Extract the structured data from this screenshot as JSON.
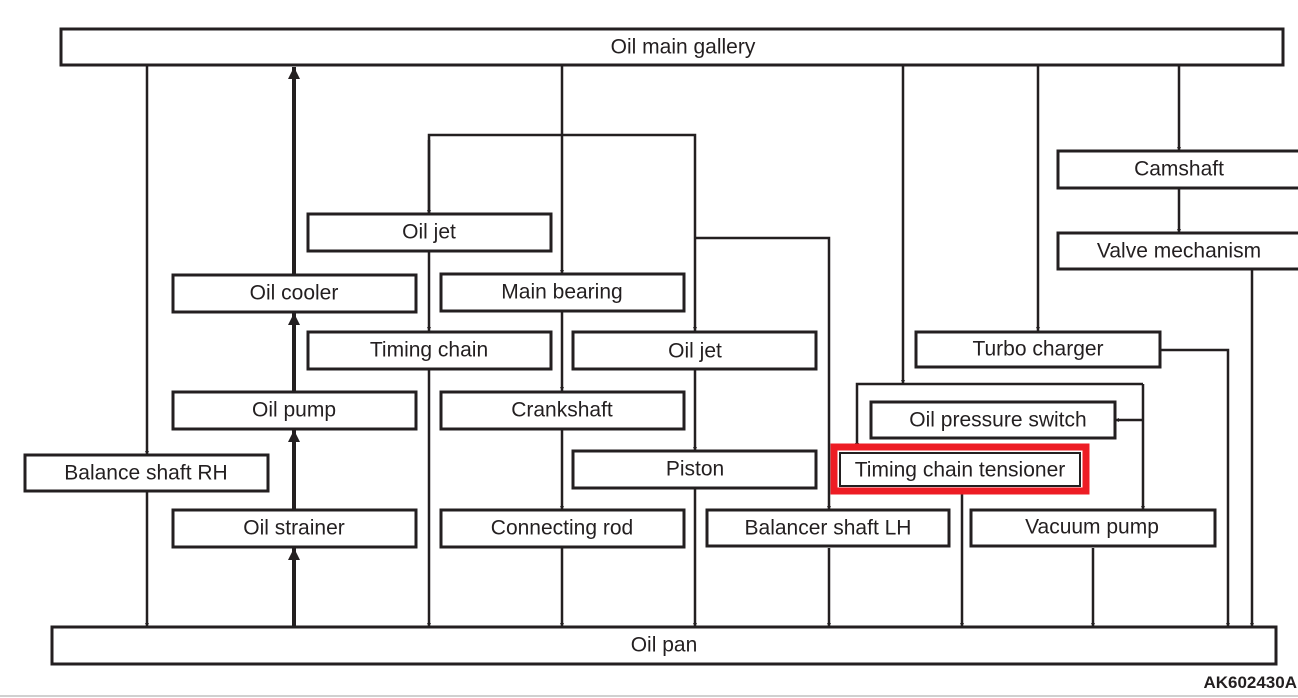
{
  "title": "Engine lubrication oil flow diagram",
  "figure_code": "AK602430A",
  "highlight_color": "#ed1c24",
  "line_color": "#231f20",
  "components": {
    "oil_main_gallery": "Oil main gallery",
    "oil_pan": "Oil pan",
    "camshaft": "Camshaft",
    "valve_mechanism": "Valve mechanism",
    "oil_jet_1": "Oil jet",
    "oil_jet_2": "Oil jet",
    "oil_cooler": "Oil cooler",
    "main_bearing": "Main bearing",
    "timing_chain": "Timing chain",
    "turbo_charger": "Turbo charger",
    "oil_pump": "Oil pump",
    "crankshaft": "Crankshaft",
    "oil_pressure_switch": "Oil pressure switch",
    "balance_shaft_rh": "Balance shaft RH",
    "piston": "Piston",
    "timing_chain_tensioner": "Timing chain tensioner",
    "oil_strainer": "Oil strainer",
    "connecting_rod": "Connecting rod",
    "balancer_shaft_lh": "Balancer shaft LH",
    "vacuum_pump": "Vacuum pump"
  },
  "highlighted_component": "timing_chain_tensioner",
  "flows": [
    {
      "from": "oil_pan",
      "to": "oil_strainer"
    },
    {
      "from": "oil_strainer",
      "to": "oil_pump"
    },
    {
      "from": "oil_pump",
      "to": "oil_cooler"
    },
    {
      "from": "oil_cooler",
      "to": "oil_main_gallery"
    },
    {
      "from": "oil_main_gallery",
      "to": "balance_shaft_rh"
    },
    {
      "from": "balance_shaft_rh",
      "to": "oil_pan"
    },
    {
      "from": "oil_main_gallery",
      "to": "oil_jet_1"
    },
    {
      "from": "oil_jet_1",
      "to": "timing_chain"
    },
    {
      "from": "timing_chain",
      "to": "oil_pan"
    },
    {
      "from": "oil_main_gallery",
      "to": "main_bearing"
    },
    {
      "from": "main_bearing",
      "to": "crankshaft"
    },
    {
      "from": "crankshaft",
      "to": "connecting_rod"
    },
    {
      "from": "connecting_rod",
      "to": "oil_pan"
    },
    {
      "from": "oil_main_gallery",
      "to": "oil_jet_2"
    },
    {
      "from": "oil_jet_2",
      "to": "piston"
    },
    {
      "from": "piston",
      "to": "oil_pan"
    },
    {
      "from": "oil_main_gallery",
      "to": "balancer_shaft_lh"
    },
    {
      "from": "balancer_shaft_lh",
      "to": "oil_pan"
    },
    {
      "from": "oil_main_gallery",
      "to": "timing_chain_tensioner"
    },
    {
      "from": "timing_chain_tensioner",
      "to": "oil_pan"
    },
    {
      "from": "oil_main_gallery",
      "to": "oil_pressure_switch"
    },
    {
      "from": "oil_main_gallery",
      "to": "vacuum_pump"
    },
    {
      "from": "vacuum_pump",
      "to": "oil_pan"
    },
    {
      "from": "oil_main_gallery",
      "to": "turbo_charger"
    },
    {
      "from": "turbo_charger",
      "to": "oil_pan"
    },
    {
      "from": "oil_main_gallery",
      "to": "camshaft"
    },
    {
      "from": "camshaft",
      "to": "valve_mechanism"
    },
    {
      "from": "valve_mechanism",
      "to": "oil_pan"
    }
  ]
}
